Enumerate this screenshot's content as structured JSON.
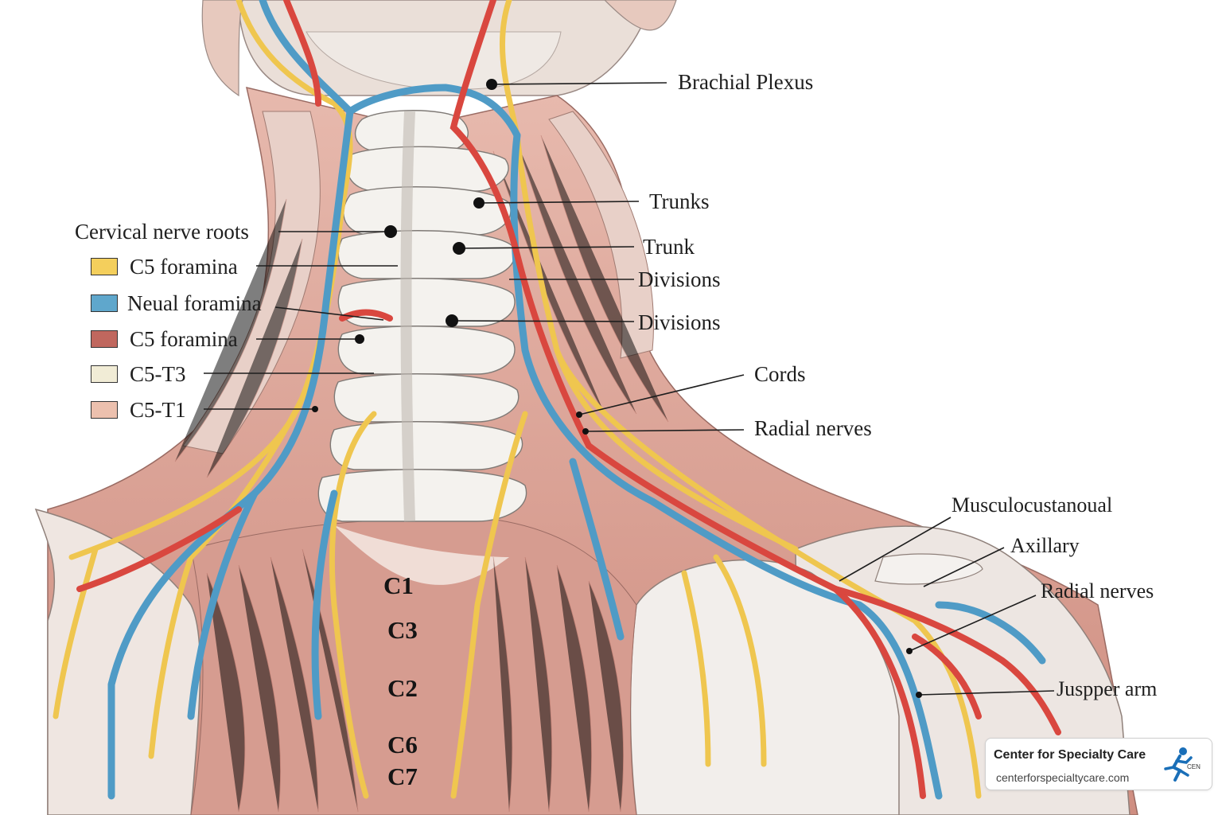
{
  "labels": {
    "brachial_plexus": "Brachial Plexus",
    "trunks": "Trunks",
    "trunk": "Trunk",
    "divisions_1": "Divisions",
    "divisions_2": "Divisions",
    "cords": "Cords",
    "radial_nerves_1": "Radial nerves",
    "musculocutaneous": "Musculocustanoual",
    "axillary": "Axillary",
    "radial_nerves_2": "Radial nerves",
    "upper_arm": "Juspper arm",
    "cervical_nerve_roots": "Cervical nerve roots"
  },
  "legend": [
    {
      "label": "C5 foramina",
      "color": "#f4cf5c"
    },
    {
      "label": "Neual foramina",
      "color": "#5fa7cc"
    },
    {
      "label": "C5 foramina",
      "color": "#c0675e"
    },
    {
      "label": "C5-T3",
      "color": "#f1ecd6"
    },
    {
      "label": "C5-T1",
      "color": "#ecc0ae"
    }
  ],
  "vertebrae": [
    "C1",
    "C3",
    "C2",
    "C6",
    "C7"
  ],
  "badge": {
    "name": "Center for Specialty Care",
    "url": "centerforspecialtycare.com",
    "logo_text": "CEN"
  },
  "colors": {
    "nerve_yellow": "#efc64f",
    "nerve_blue": "#4f9bc6",
    "artery_red": "#d9473f",
    "muscle": "#d8a196",
    "bone": "#f3f1ec"
  }
}
